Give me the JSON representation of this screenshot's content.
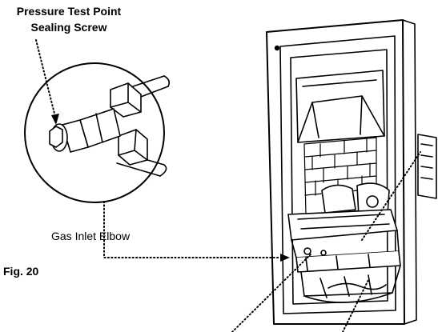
{
  "figure": {
    "label": "Fig. 20",
    "callouts": {
      "sealing_screw_line1": "Pressure Test Point",
      "sealing_screw_line2": "Sealing Screw",
      "inlet_elbow": "Gas Inlet Elbow"
    }
  }
}
